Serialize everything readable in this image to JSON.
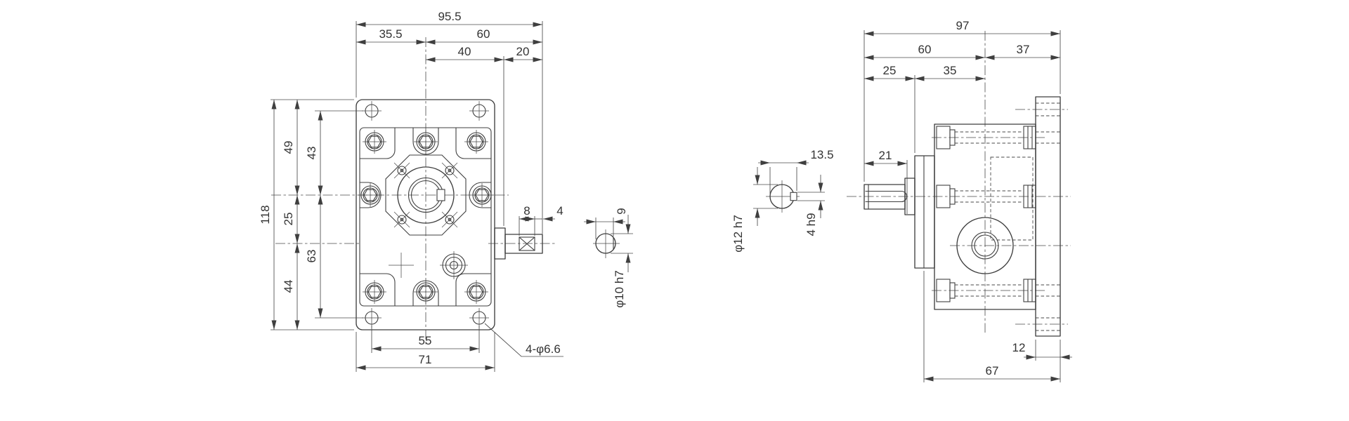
{
  "drawing": {
    "type": "gear-pump dimensional drawing, front view and side view",
    "colors": {
      "line": "#3f3f3f",
      "text": "#333333",
      "background": "#ffffff"
    }
  },
  "front": {
    "top": {
      "w_total": "95.5",
      "w_left": "35.5",
      "w_right": "60",
      "w_body": "40",
      "w_tip": "20"
    },
    "left": {
      "h_total": "118",
      "h_top": "49",
      "h_mid": "25",
      "h_bottom": "44",
      "h_hole_top": "43",
      "h_hole_bottom": "63"
    },
    "bottom": {
      "hole_span": "55",
      "flange_w": "71",
      "holes_note": "4-φ6.6"
    },
    "stub": {
      "flat_len": "8",
      "tip_len": "4",
      "across_flat": "9",
      "dia": "φ10 h7"
    }
  },
  "side": {
    "top": {
      "d_total": "97",
      "d_front": "60",
      "d_rear": "37",
      "d_cover": "25",
      "d_mid": "35"
    },
    "shaft": {
      "key_len": "21"
    },
    "key_section": {
      "width": "13.5",
      "dia": "φ12 h7",
      "key": "4 h9"
    },
    "bottom": {
      "plate_t": "12",
      "body_d": "67"
    }
  }
}
